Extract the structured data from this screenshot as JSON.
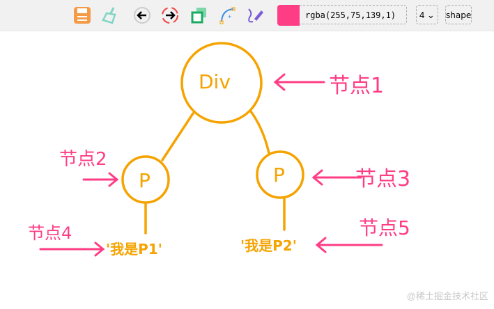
{
  "toolbar": {
    "tools": [
      "save-icon",
      "clear-icon",
      "undo-icon",
      "redo-icon",
      "copy-icon",
      "curve-icon",
      "pen-icon"
    ],
    "color_swatch": "#ff4b8b",
    "color_value": "rgba(255,75,139,1)",
    "line_width": "4",
    "mode": "shape"
  },
  "canvas": {
    "stroke_orange": "#f5a300",
    "stroke_pink": "#ff3d85",
    "root_label": "Div",
    "child1_label": "P",
    "child2_label": "P",
    "text1": "'我是P1'",
    "text2": "'我是P2'",
    "note1": "节点1",
    "note2": "节点2",
    "note3": "节点3",
    "note4": "节点4",
    "note5": "节点5"
  },
  "watermark": "@稀土掘金技术社区"
}
